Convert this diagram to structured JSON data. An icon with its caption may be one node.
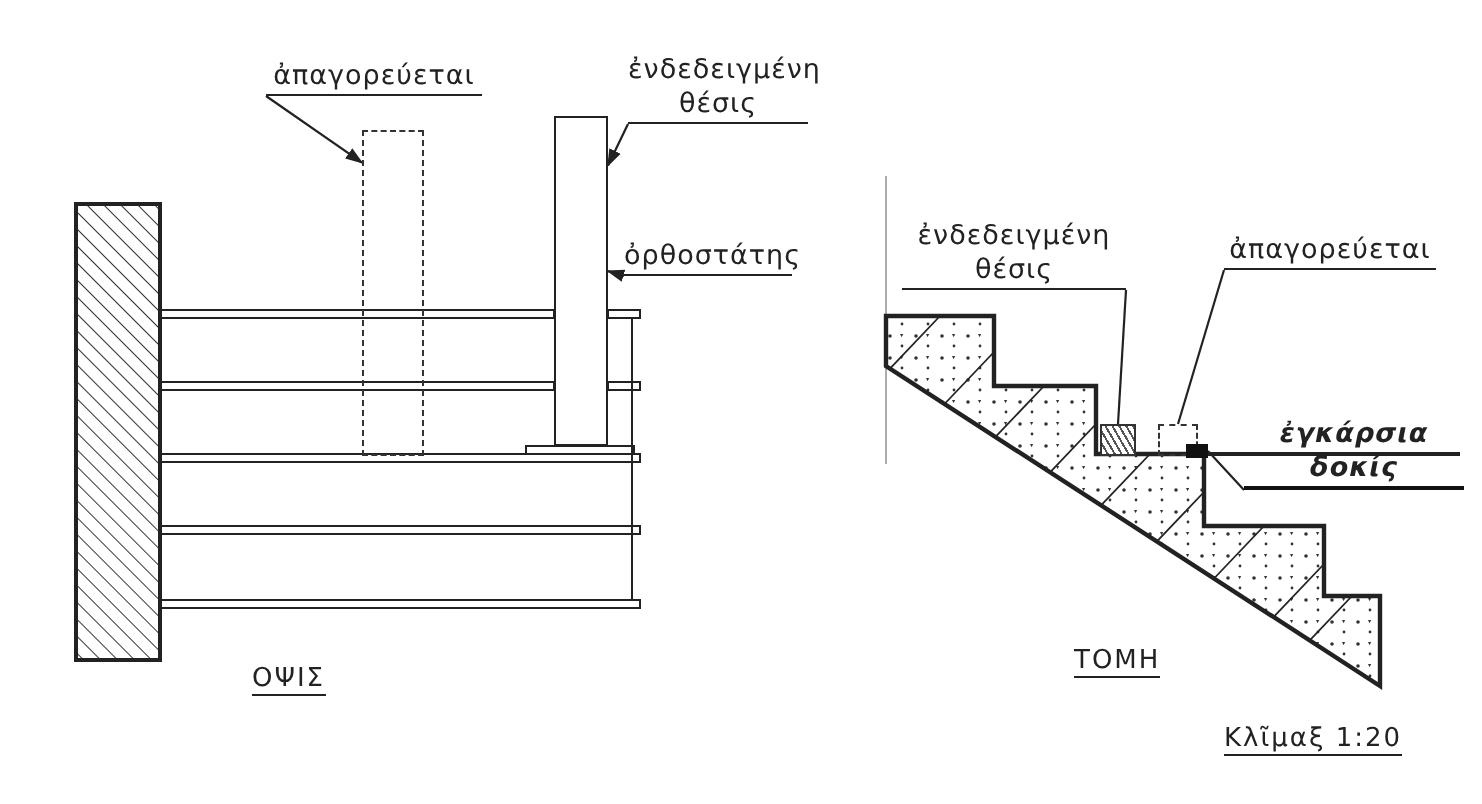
{
  "diagram": {
    "nodes": [
      {
        "text": [
          "ἀπαγορεύεται"
        ]
      },
      {
        "text": [],
        "shape": "box"
      },
      {
        "text": [
          "ἐνδεδειγμένη θέσις"
        ]
      },
      {
        "text": [],
        "shape": "box"
      },
      {
        "text": [
          "ὀρθοστάτης"
        ]
      },
      {
        "text": [
          "ἐνδεδειγμένη θέσις"
        ]
      },
      {
        "text": [],
        "shape": "box"
      },
      {
        "text": [
          "ἀπαγορεύεται"
        ]
      },
      {
        "text": [],
        "shape": "box"
      },
      {
        "text": [
          "ἐγκάρσια δοκίς"
        ]
      },
      {
        "text": [],
        "shape": "bar"
      }
    ],
    "edges": [
      {
        "from": 0,
        "to": 1,
        "arrow": "to"
      },
      {
        "from": 2,
        "to": 3,
        "arrow": "to"
      },
      {
        "from": 4,
        "to": 3,
        "arrow": "to"
      },
      {
        "from": 5,
        "to": 6,
        "arrow": "none"
      },
      {
        "from": 7,
        "to": 8,
        "arrow": "none"
      },
      {
        "from": 9,
        "to": 10,
        "arrow": "none"
      }
    ],
    "labels": [
      "ΟΨΙΣ",
      "ΤΟΜΗ",
      "Κλῖμαξ 1:20"
    ]
  }
}
